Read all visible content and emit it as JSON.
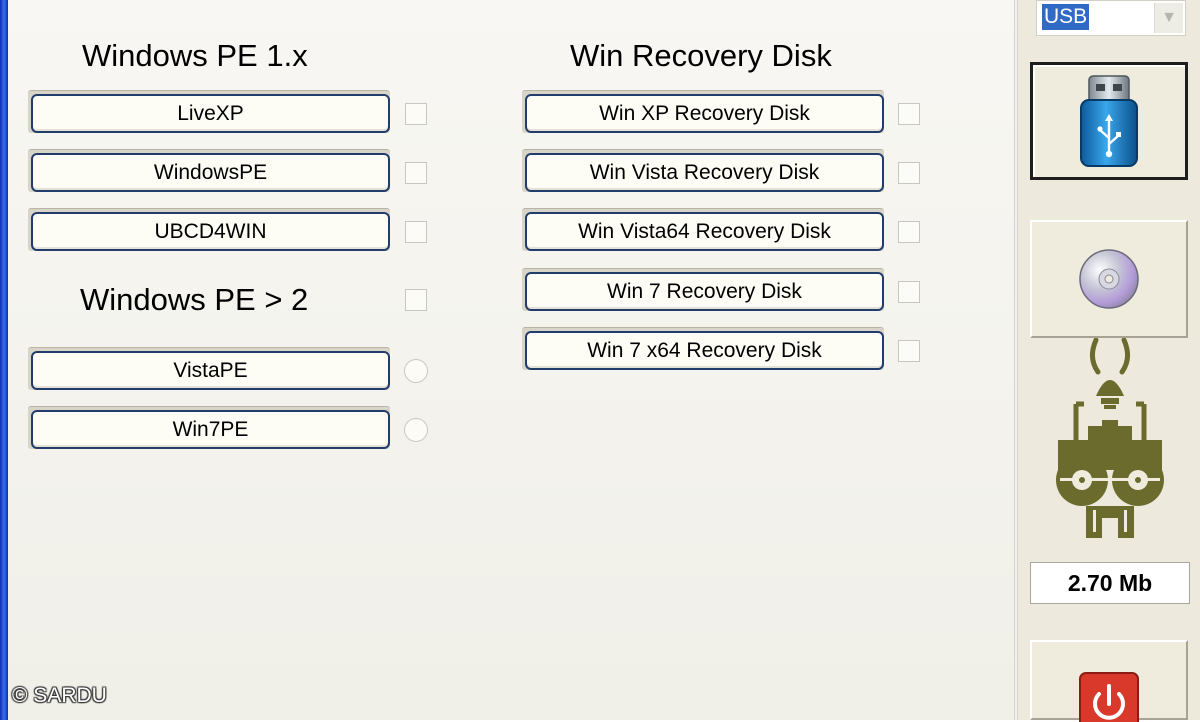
{
  "groups": {
    "pe1": {
      "title": "Windows PE 1.x",
      "items": [
        {
          "label": "LiveXP"
        },
        {
          "label": "WindowsPE"
        },
        {
          "label": "UBCD4WIN"
        }
      ]
    },
    "pe2": {
      "title": "Windows PE > 2",
      "items": [
        {
          "label": "VistaPE"
        },
        {
          "label": "Win7PE"
        }
      ]
    },
    "recovery": {
      "title": "Win Recovery Disk",
      "items": [
        {
          "label": "Win XP Recovery Disk"
        },
        {
          "label": "Win Vista Recovery Disk"
        },
        {
          "label": "Win Vista64 Recovery Disk"
        },
        {
          "label": "Win 7 Recovery Disk"
        },
        {
          "label": "Win 7 x64 Recovery Disk"
        }
      ]
    }
  },
  "sidebar": {
    "target_select": {
      "value": "USB"
    },
    "size_readout": "2.70 Mb"
  },
  "copyright": "© SARDU",
  "colors": {
    "button_border": "#223d6b",
    "selection_blue": "#316ac5",
    "logo_olive": "#6b6b2e",
    "usb_blue": "#1a7fc4",
    "power_red": "#d9392b"
  },
  "icons": {
    "usb_button": "usb-drive-icon",
    "cd_button": "cd-disc-icon",
    "logo": "sardu-logo-icon",
    "power_button": "power-icon"
  }
}
